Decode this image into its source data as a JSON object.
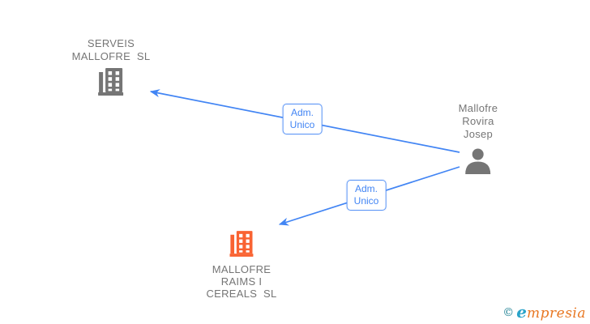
{
  "colors": {
    "link": "#4285f4",
    "label_blue": "#4285f4",
    "gray": "#757575",
    "orange": "#f96332",
    "text_gray": "#757575"
  },
  "icons": {
    "company": "building-icon",
    "person": "person-icon"
  },
  "nodes": {
    "serveis": {
      "line1": "SERVEIS",
      "line2": "MALLOFRE  SL"
    },
    "person": {
      "line1": "Mallofre",
      "line2": "Rovira",
      "line3": "Josep"
    },
    "raims": {
      "line1": "MALLOFRE",
      "line2": "RAIMS I",
      "line3": "CEREALS  SL"
    }
  },
  "edges": {
    "to_serveis": {
      "line1": "Adm.",
      "line2": "Unico"
    },
    "to_raims": {
      "line1": "Adm.",
      "line2": "Unico"
    }
  },
  "footer": {
    "copyright_symbol": "©",
    "brand_e": "e",
    "brand_rest": "mpresia"
  }
}
